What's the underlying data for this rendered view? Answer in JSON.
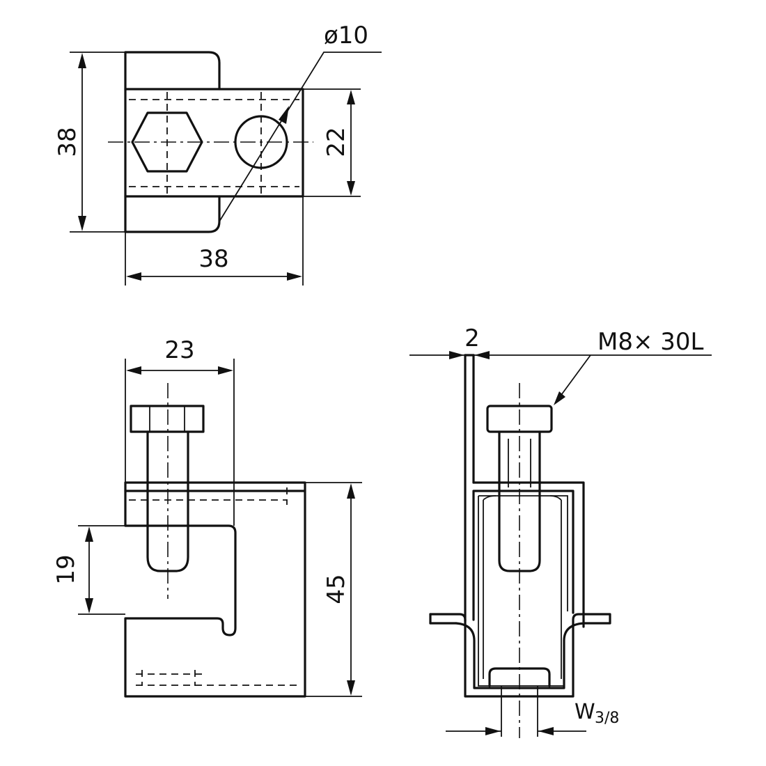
{
  "top_view": {
    "height_label": "38",
    "width_label": "38",
    "slot_label": "22",
    "hole_label": "ø10"
  },
  "front_view": {
    "width_label": "23",
    "opening_label": "19",
    "height_label": "45"
  },
  "side_view": {
    "thickness_label": "2",
    "bolt_label": "M8× 30L",
    "thread_label_main": "W",
    "thread_label_frac": "3/8"
  }
}
